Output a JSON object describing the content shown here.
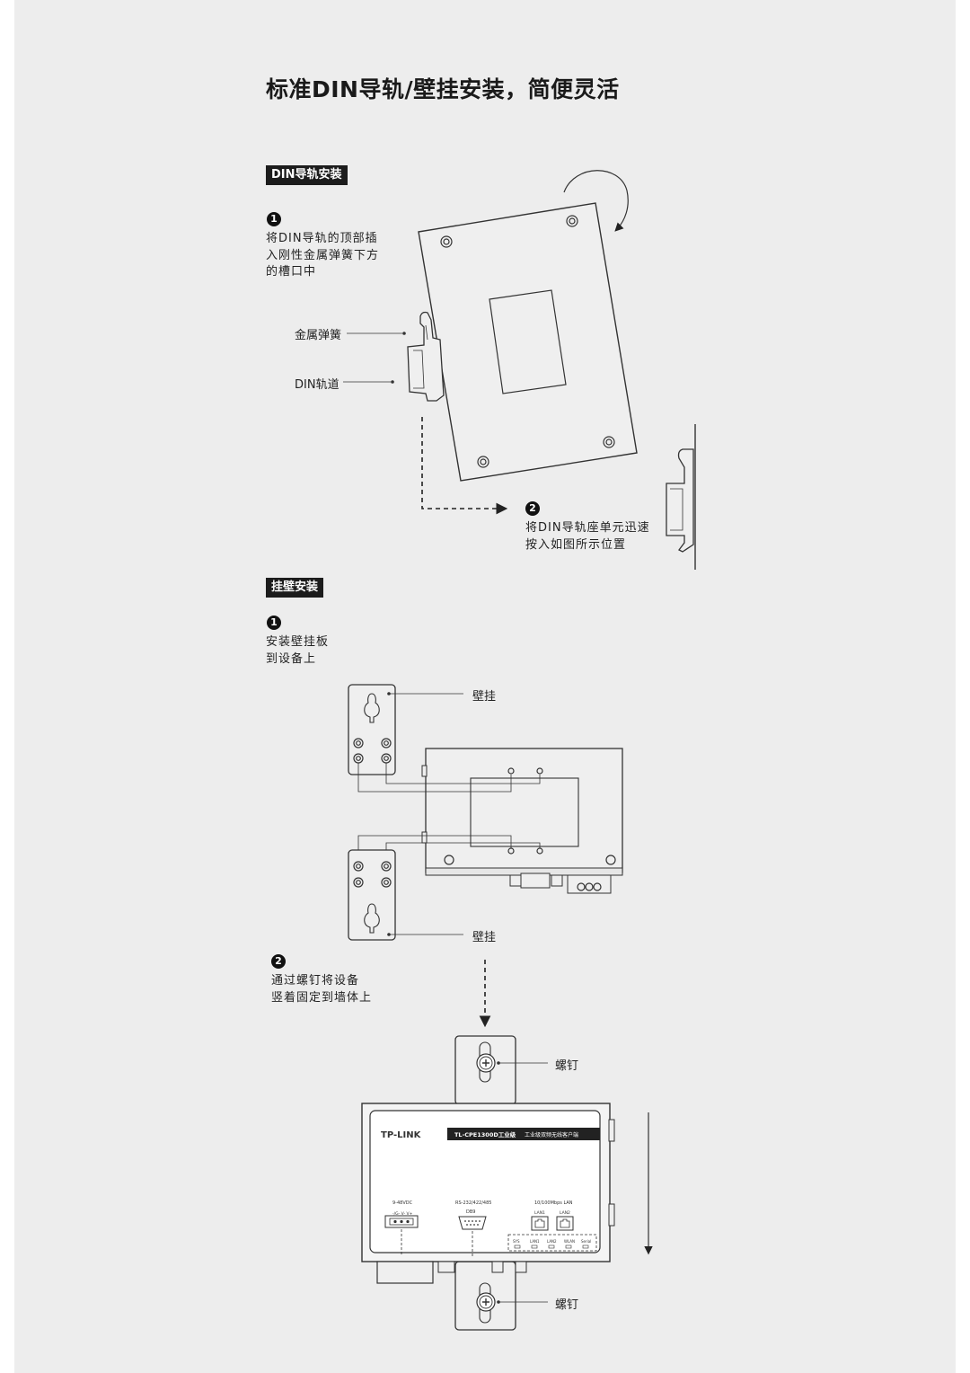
{
  "title": "标准DIN导轨/壁挂安装，简便灵活",
  "din_section": {
    "tag": "DIN导轨安装",
    "step1": {
      "num": "1",
      "text": "将DIN导轨的顶部插\n入刚性金属弹簧下方\n的槽口中"
    },
    "label_spring": "金属弹簧",
    "label_rail": "DIN轨道",
    "step2": {
      "num": "2",
      "text": "将DIN导轨座单元迅速\n按入如图所示位置"
    }
  },
  "wall_section": {
    "tag": "挂壁安装",
    "step1": {
      "num": "1",
      "text": "安装壁挂板\n到设备上"
    },
    "label_bracket_top": "壁挂",
    "label_bracket_bottom": "壁挂",
    "step2": {
      "num": "2",
      "text": "通过螺钉将设备\n竖着固定到墙体上"
    },
    "label_screw_top": "螺钉",
    "label_screw_bottom": "螺钉"
  },
  "device": {
    "brand": "TP-LINK",
    "model": "TL-CPE1300D工业级",
    "desc": "工业级双频无线客户端",
    "power_label": "9-48VDC",
    "power_pins": "-/G- V- V+",
    "serial_label": "RS-232/422/485",
    "serial_connector": "DB9",
    "lan_label": "10/100Mbps LAN",
    "lan1": "LAN1",
    "lan2": "LAN2",
    "leds": [
      "SYS",
      "LAN1",
      "LAN2",
      "WLAN",
      "Serial"
    ]
  }
}
